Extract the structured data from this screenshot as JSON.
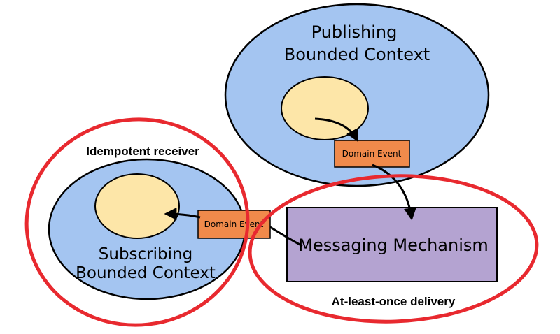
{
  "publishing": {
    "line1": "Publishing",
    "line2": "Bounded Context"
  },
  "subscribing": {
    "line1": "Subscribing",
    "line2": "Bounded Context"
  },
  "event_top": {
    "label": "Domain Event"
  },
  "event_left": {
    "label": "Domain Event"
  },
  "messaging": {
    "label": "Messaging Mechanism"
  },
  "annotations": {
    "idempotent": "Idempotent receiver",
    "at_least_once": "At-least-once delivery"
  },
  "colors": {
    "context_fill": "#a4c5f1",
    "aggregate_fill": "#fde6a8",
    "event_fill": "#f08a4b",
    "messaging_fill": "#b4a3d1",
    "highlight_ring": "#e8292f"
  }
}
